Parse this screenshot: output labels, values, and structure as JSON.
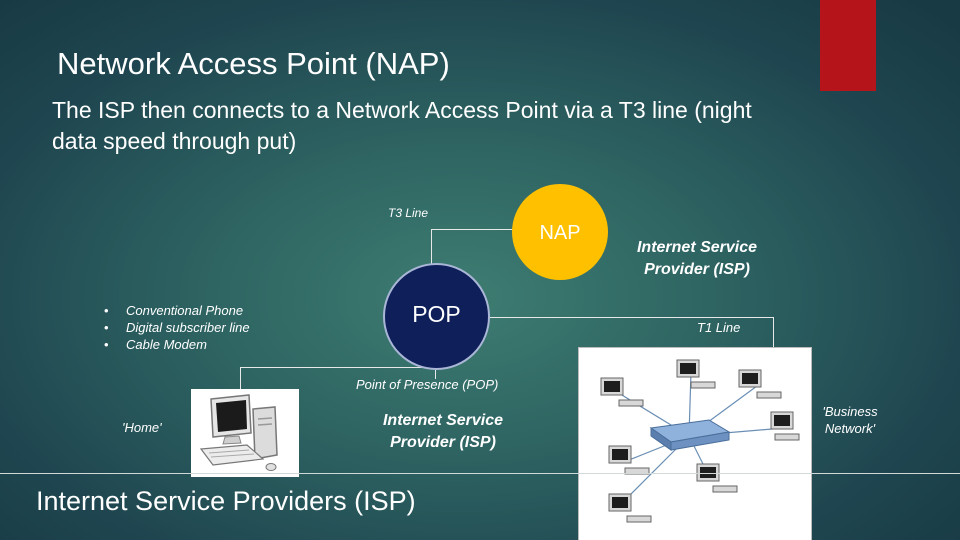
{
  "slide": {
    "title": "Network Access Point (NAP)",
    "subtitle": "The ISP then connects to a Network Access Point via a T3 line (night data speed through put)",
    "bottom_title": "Internet Service Providers (ISP)"
  },
  "diagram": {
    "t3_label": "T3 Line",
    "nap_label": "NAP",
    "isp_top_label": "Internet Service Provider (ISP)",
    "pop_label": "POP",
    "t1_label": "T1 Line",
    "connection_types": [
      "Conventional Phone",
      "Digital subscriber line",
      "Cable Modem"
    ],
    "pop_full_label": "Point of Presence (POP)",
    "home_label": "'Home'",
    "isp_bottom_label": "Internet Service Provider (ISP)",
    "business_label": "'Business Network'"
  },
  "colors": {
    "accent_red": "#b5141a",
    "nap_fill": "#ffc000",
    "pop_fill": "#0e1f5a"
  }
}
